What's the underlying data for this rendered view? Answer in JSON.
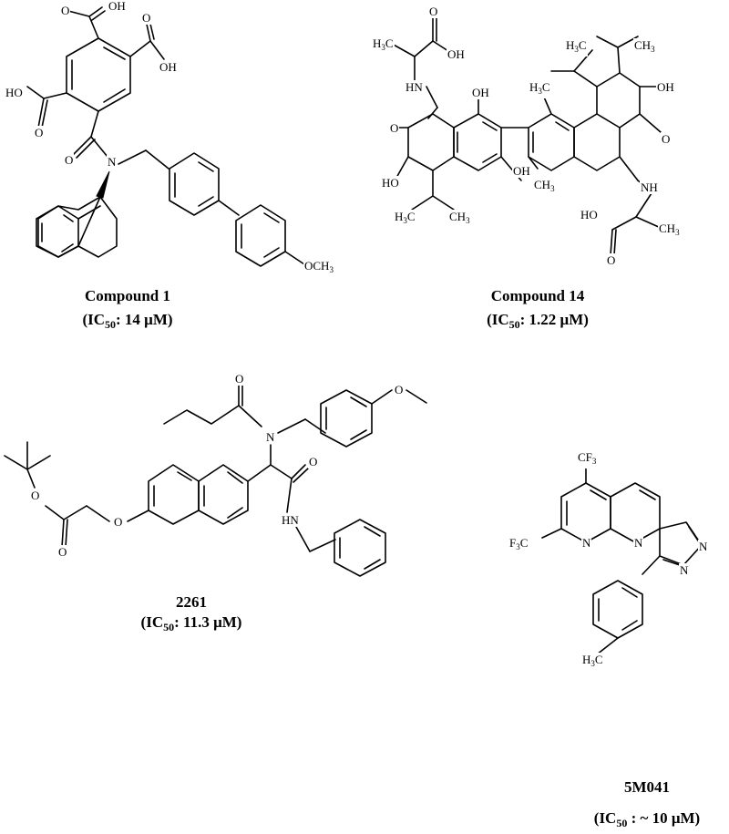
{
  "compounds": [
    {
      "name": "Compound 1",
      "ic50": {
        "prefix": "(IC",
        "sub": "50",
        "suffix": ": 14 μM)"
      },
      "atoms": {
        "oh1": "OH",
        "oh2": "OH",
        "ho3": "HO",
        "o1": "O",
        "o2": "O",
        "o3": "O",
        "o4": "O",
        "n": "N",
        "och3_o": "O",
        "och3_c": "CH",
        "och3_sub": "3"
      }
    },
    {
      "name": "Compound 14",
      "ic50": {
        "prefix": "(IC",
        "sub": "50",
        "suffix": ": 1.22 μM)"
      },
      "atoms": {
        "h3c_a": "H",
        "h3c_a_sub": "3",
        "h3c_a_c": "C",
        "oh_a": "OH",
        "o_a": "O",
        "hn": "HN",
        "oh_b": "OH",
        "o_left": "O",
        "ho_left": "HO",
        "h3c_ipr1": "H",
        "sub3": "3",
        "c": "C",
        "ch3_ipr1": "CH",
        "oh_c": "OH",
        "ch3_right": "CH",
        "h3c_me": "H",
        "oh_d": "OH",
        "o_right": "O",
        "nh": "NH",
        "ho_bot": "HO",
        "o_bot": "O",
        "ch3_bot": "CH",
        "ch3_ipr2": "CH",
        "h3c_ipr2": "H"
      }
    },
    {
      "name": "2261",
      "ic50": {
        "prefix": "(IC",
        "sub": "50",
        "suffix": ": 11.3 μM)"
      },
      "atoms": {
        "o_top": "O",
        "n": "N",
        "o_meo": "O",
        "o_amide": "O",
        "hn": "HN",
        "o_ether": "O",
        "o_ester": "O",
        "o_carb": "O"
      }
    },
    {
      "name": "5M041",
      "ic50": {
        "prefix": "(IC",
        "sub": "50",
        "suffix": " : ~  10 μM)"
      },
      "atoms": {
        "cf3_top": "CF",
        "cf3_top_sub": "3",
        "f3c_left": "F",
        "f3c_left_sub": "3",
        "f3c_left_c": "C",
        "n1": "N",
        "n2": "N",
        "n3": "N",
        "n4": "N",
        "h3c": "H",
        "h3c_sub": "3",
        "h3c_c": "C"
      }
    }
  ]
}
